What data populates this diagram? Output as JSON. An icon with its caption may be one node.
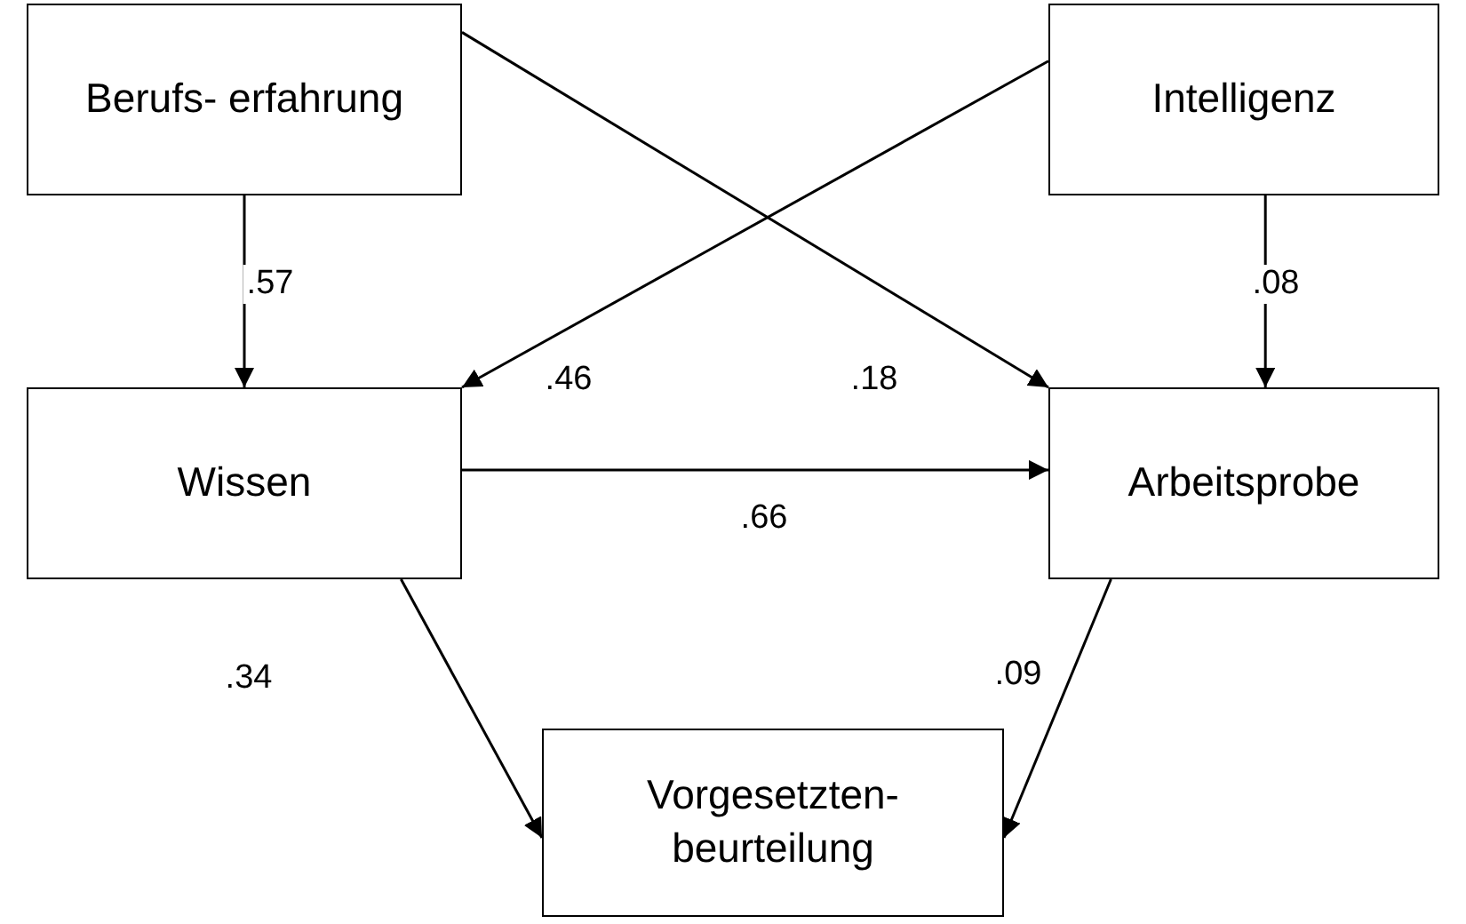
{
  "diagram": {
    "nodes": [
      {
        "text": [
          "Berufs- erfahrung"
        ]
      },
      {
        "text": [
          "Intelligenz"
        ]
      },
      {
        "text": [
          "Wissen"
        ]
      },
      {
        "text": [
          "Arbeitsprobe"
        ]
      },
      {
        "text": [
          "Vorgesetzten- beurteilung"
        ]
      }
    ],
    "edges": [
      {
        "from": 0,
        "to": 2,
        "arrow": "to",
        "label": ".57"
      },
      {
        "from": 1,
        "to": 3,
        "arrow": "to",
        "label": ".08"
      },
      {
        "from": 1,
        "to": 2,
        "arrow": "to",
        "label": ".46"
      },
      {
        "from": 0,
        "to": 3,
        "arrow": "to",
        "label": ".18"
      },
      {
        "from": 2,
        "to": 3,
        "arrow": "to",
        "label": ".66"
      },
      {
        "from": 2,
        "to": 4,
        "arrow": "to",
        "label": ".34"
      },
      {
        "from": 3,
        "to": 4,
        "arrow": "to",
        "label": ".09"
      }
    ]
  }
}
